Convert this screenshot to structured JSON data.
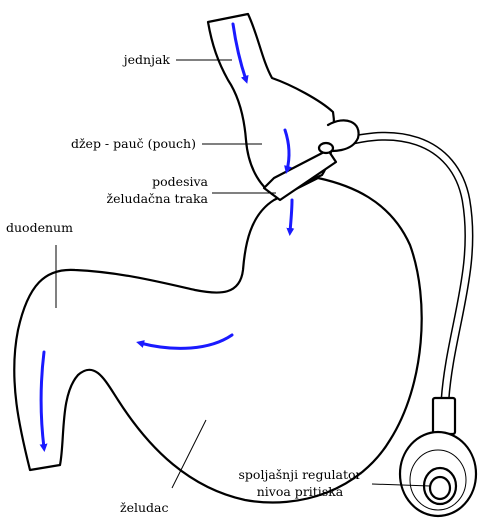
{
  "labels": {
    "esophagus": "jednjak",
    "pouch": "džep - pauč (pouch)",
    "band_line1": "podesiva",
    "band_line2": "želudačna traka",
    "duodenum": "duodenum",
    "stomach": "želudac",
    "regulator_line1": "spoljašnji regulator",
    "regulator_line2": "nivoa pritiska"
  },
  "colors": {
    "arrow": "#1a1aff",
    "outline": "#000000",
    "background": "#ffffff"
  }
}
